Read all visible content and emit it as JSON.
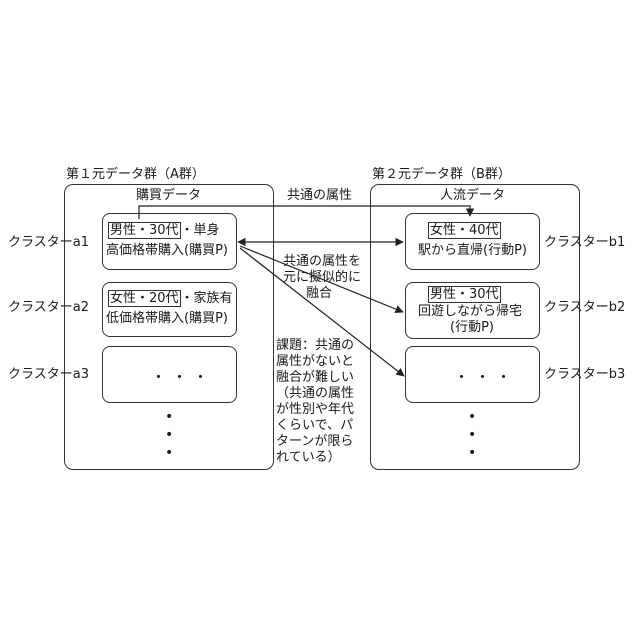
{
  "group_a": {
    "title": "第１元データ群（A群）",
    "data_label": "購買データ",
    "clusters": [
      {
        "label": "クラスターa1",
        "attr": "男性・30代",
        "extra": "・単身",
        "line2": "高価格帯購入(購買P)"
      },
      {
        "label": "クラスターa2",
        "attr": "女性・20代",
        "extra": "・家族有",
        "line2": "低価格帯購入(購買P)"
      },
      {
        "label": "クラスターa3",
        "content": "・・・"
      }
    ]
  },
  "group_b": {
    "title": "第２元データ群（B群）",
    "data_label": "人流データ",
    "clusters": [
      {
        "label": "クラスターb1",
        "attr": "女性・40代",
        "line2": "駅から直帰(行動P)"
      },
      {
        "label": "クラスターb2",
        "attr": "男性・30代",
        "line2": "回遊しながら帰宅",
        "line3": "(行動P)"
      },
      {
        "label": "クラスターb3",
        "content": "・・・"
      }
    ]
  },
  "common_attribute": "共通の属性",
  "pseudo_fusion_note": [
    "共通の属性を",
    "元に擬似的に",
    "融合"
  ],
  "issue_note": [
    "課題：共通の",
    "属性がないと",
    "融合が難しい",
    "（共通の属性",
    "が性別や年代",
    "くらいで、パ",
    "ターンが限ら",
    "れている）"
  ]
}
